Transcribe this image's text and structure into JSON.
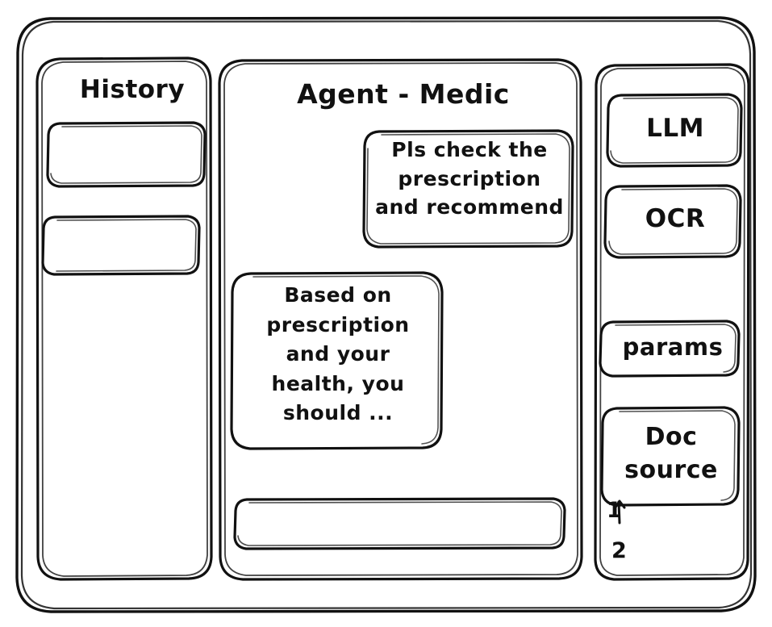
{
  "window": {
    "style": "hand-drawn-wireframe",
    "stroke_color": "#111111",
    "background_color": "#ffffff"
  },
  "sidebar": {
    "title": "History",
    "items": [
      {
        "label": ""
      },
      {
        "label": ""
      }
    ]
  },
  "main": {
    "title": "Agent - Medic",
    "messages": [
      {
        "role": "user",
        "text": "Pls check the\nprescription\nand recommend"
      },
      {
        "role": "agent",
        "text": "Based on\nprescription\nand your\nhealth, you\nshould ..."
      }
    ],
    "composer": {
      "value": "",
      "placeholder": ""
    }
  },
  "tools": {
    "buttons": [
      {
        "label": "LLM"
      },
      {
        "label": "OCR"
      },
      {
        "label": "params"
      }
    ],
    "doc_source": {
      "label": "Doc\nsource",
      "items": [
        {
          "label": "1"
        },
        {
          "label": "2"
        }
      ]
    }
  }
}
